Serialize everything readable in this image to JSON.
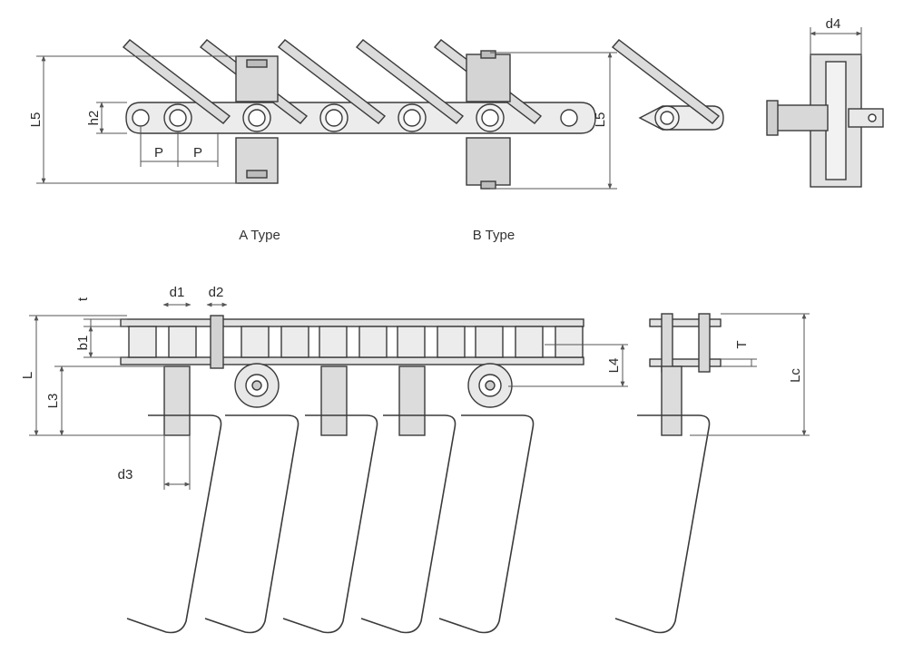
{
  "captions": {
    "type_a": "A Type",
    "type_b": "B Type"
  },
  "dimensions": {
    "L5_left": "L5",
    "L5_right": "L5",
    "h2": "h2",
    "P1": "P",
    "P2": "P",
    "d4": "d4",
    "t": "t",
    "d1": "d1",
    "d2": "d2",
    "b1": "b1",
    "L": "L",
    "L3": "L3",
    "d3": "d3",
    "L4": "L4",
    "T": "T",
    "Lc": "Lc"
  },
  "colors": {
    "line": "#3a3a3a",
    "fill": "#e4e4e4",
    "dark": "#bdbdbd",
    "dim": "#555555"
  }
}
